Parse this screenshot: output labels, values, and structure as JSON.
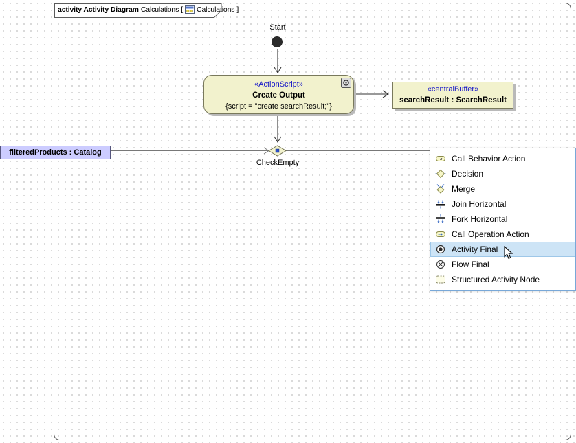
{
  "frame": {
    "header": {
      "keyword": "activity Activity Diagram",
      "diagram_name": "Calculations",
      "bracket_open": "[",
      "tab_label": "Calculations",
      "bracket_close": "]"
    }
  },
  "nodes": {
    "start_label": "Start",
    "action": {
      "stereotype": "«ActionScript»",
      "name": "Create Output",
      "body": "{script = \"create searchResult;\"}"
    },
    "central_buffer": {
      "stereotype": "«centralBuffer»",
      "name": "searchResult : SearchResult"
    },
    "decision_label": "CheckEmpty",
    "object_node_label": "filteredProducts : Catalog"
  },
  "popup_menu": {
    "items": [
      {
        "label": "Call Behavior Action",
        "selected": false
      },
      {
        "label": "Decision",
        "selected": false
      },
      {
        "label": "Merge",
        "selected": false
      },
      {
        "label": "Join Horizontal",
        "selected": false
      },
      {
        "label": "Fork Horizontal",
        "selected": false
      },
      {
        "label": "Call Operation Action",
        "selected": false
      },
      {
        "label": "Activity Final",
        "selected": true
      },
      {
        "label": "Flow Final",
        "selected": false
      },
      {
        "label": "Structured Activity Node",
        "selected": false
      }
    ]
  },
  "colors": {
    "node_fill": "#f2f2cd",
    "node_border": "#79795c",
    "stereotype_text": "#1414c8",
    "object_node_fill": "#ccccff",
    "menu_selection": "#cde4f6",
    "menu_border": "#78a8d8",
    "decision_dot": "#2b50c8"
  }
}
